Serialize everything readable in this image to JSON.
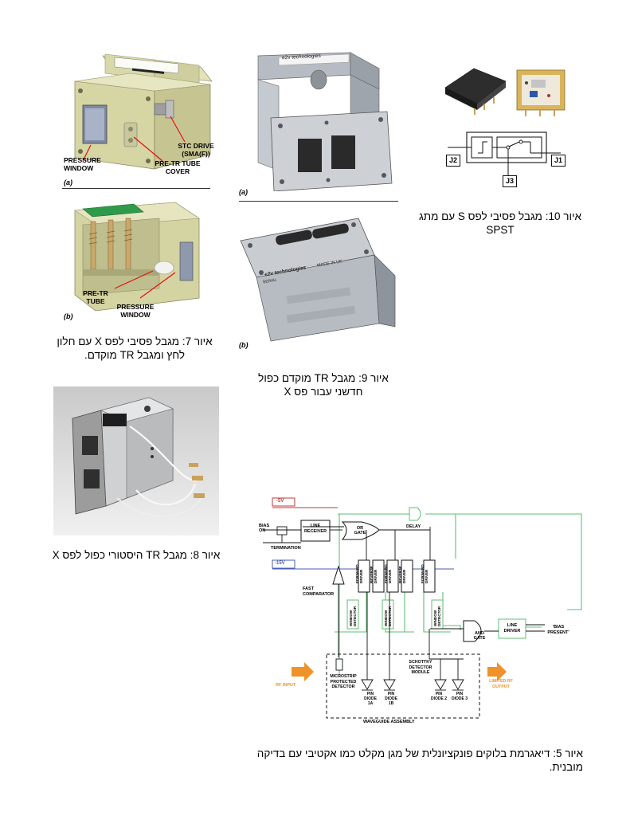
{
  "fig7": {
    "caption": "איור 7: מגבל פסיבי לפס X עם חלון לחץ ומגבל TR מוקדם.",
    "a": {
      "pressure_window": "PRESSURE WINDOW",
      "stc_drive": "STC DRIVE (SMA(F))",
      "pre_tr_cover": "PRE-TR TUBE COVER",
      "tag": "(a)"
    },
    "b": {
      "pre_tr_tube": "PRE-TR TUBE",
      "pressure_window": "PRESSURE WINDOW",
      "tag": "(b)"
    }
  },
  "fig9": {
    "caption": "איור 9: מגבל TR מוקדם כפול חדשני עבור פס X",
    "a": {
      "brand": "e2v technologies",
      "tag": "(a)"
    },
    "b": {
      "brand": "e2v technologies",
      "made_in": "MADE IN UK",
      "serial": "SERIAL",
      "tag": "(b)"
    }
  },
  "fig10": {
    "caption": "איור 10: מגבל פסיבי לפס S עם מתג SPST",
    "j1": "J1",
    "j2": "J2",
    "j3": "J3"
  },
  "fig8": {
    "caption": "איור 8: מגבל TR היסטורי כפול לפס X"
  },
  "fig5": {
    "caption": "איור 5: דיאגרמת בלוקים פונקציונלית של מגן מקלט כמו אקטיבי עם בדיקה מובנית.",
    "labels": {
      "minus5": "-5V",
      "minus15": "-15V",
      "bias_on": "BIAS ON",
      "termination": "TERMINATION",
      "line_receiver": "LINE RECEIVER",
      "or_gate": "OR GATE",
      "delay": "DELAY",
      "fast_comparator": "FAST COMPARATOR",
      "forward_driver": "FORWARD DRIVER",
      "reverse_driver": "REVERSE DRIVER",
      "window_detector": "WINDOW DETECTOR",
      "and_gate": "AND GATE",
      "line_driver": "LINE DRIVER",
      "bias_present": "'BIAS PRESENT'",
      "rf_input": "RF INPUT",
      "microstrip": "MICROSTRIP PROTECTED DETECTOR",
      "schottky": "SCHOTTKY DETECTOR MODULE",
      "pin1a": "PIN DIODE 1A",
      "pin1b": "PIN DIODE 1B",
      "pin2": "PIN DIODE 2",
      "pin3": "PIN DIODE 3",
      "limited_rf": "LIMITED RF OUTPUT",
      "waveguide": "WAVEGUIDE ASSEMBLY"
    }
  }
}
